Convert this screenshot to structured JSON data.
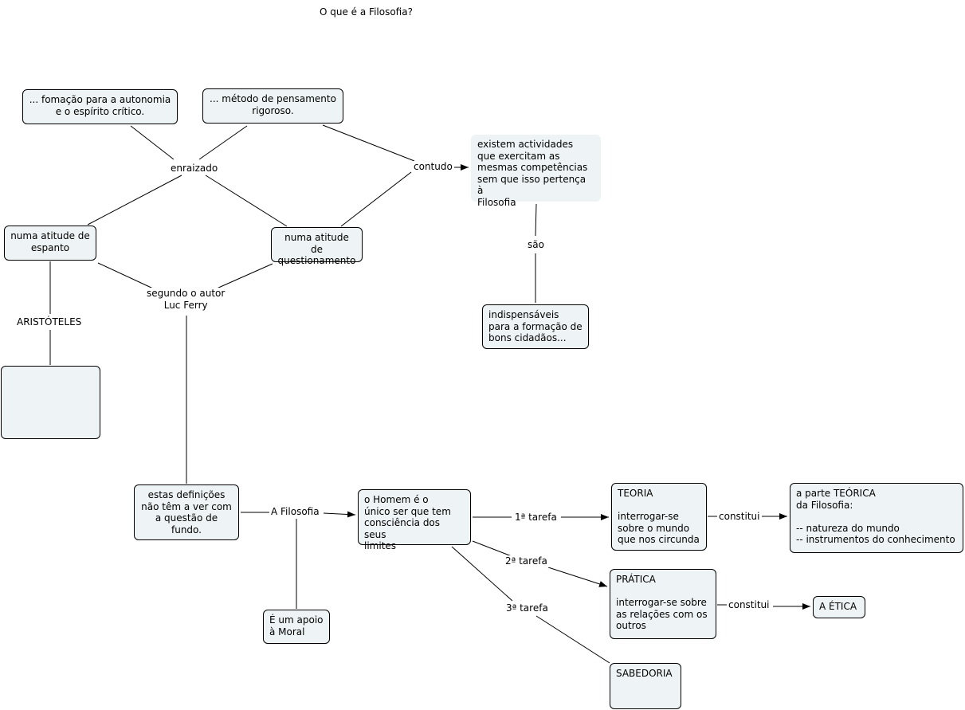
{
  "title": "O que é a Filosofia?",
  "nodes": {
    "autonomia": "... fomação para a autonomia\ne o espírito crítico.",
    "metodo": "... método de pensamento\nrigoroso.",
    "actividades": "existem actividades\nque exercitam as\nmesmas competências\nsem que isso pertença à\nFilosofia",
    "espanto": "numa atitude de\nespanto",
    "questionamento": "numa atitude de\nquestionamento",
    "indispensaveis": "indispensáveis\npara a formação de\nbons cidadãos...",
    "aristoteles_box": "",
    "definicoes": "estas definições\nnão têm a ver com\na questão de\nfundo.",
    "homem": "o Homem é o\núnico ser que tem\nconsciência dos seus\nlimites",
    "apoio": "É um apoio\nà Moral",
    "teoria": "TEORIA\n\ninterrogar-se\nsobre o mundo\nque nos circunda",
    "teorica": "a parte TEÓRICA\nda Filosofia:\n\n-- natureza do mundo\n-- instrumentos do conhecimento",
    "pratica": "PRÁTICA\n\ninterrogar-se sobre\nas relações com os\noutros",
    "etica": "A ÉTICA",
    "sabedoria": "SABEDORIA"
  },
  "links": {
    "enraizado": "enraizado",
    "contudo": "contudo",
    "sao": "são",
    "segundo": "segundo o autor\nLuc Ferry",
    "aristoteles": "ARISTÓTELES",
    "a_filosofia": "A Filosofia",
    "tarefa1": "1ª tarefa",
    "tarefa2": "2ª tarefa",
    "tarefa3": "3ª tarefa",
    "constitui1": "constitui",
    "constitui2": "constitui"
  },
  "colors": {
    "node_fill": "#eef3f5",
    "line": "#000000"
  }
}
